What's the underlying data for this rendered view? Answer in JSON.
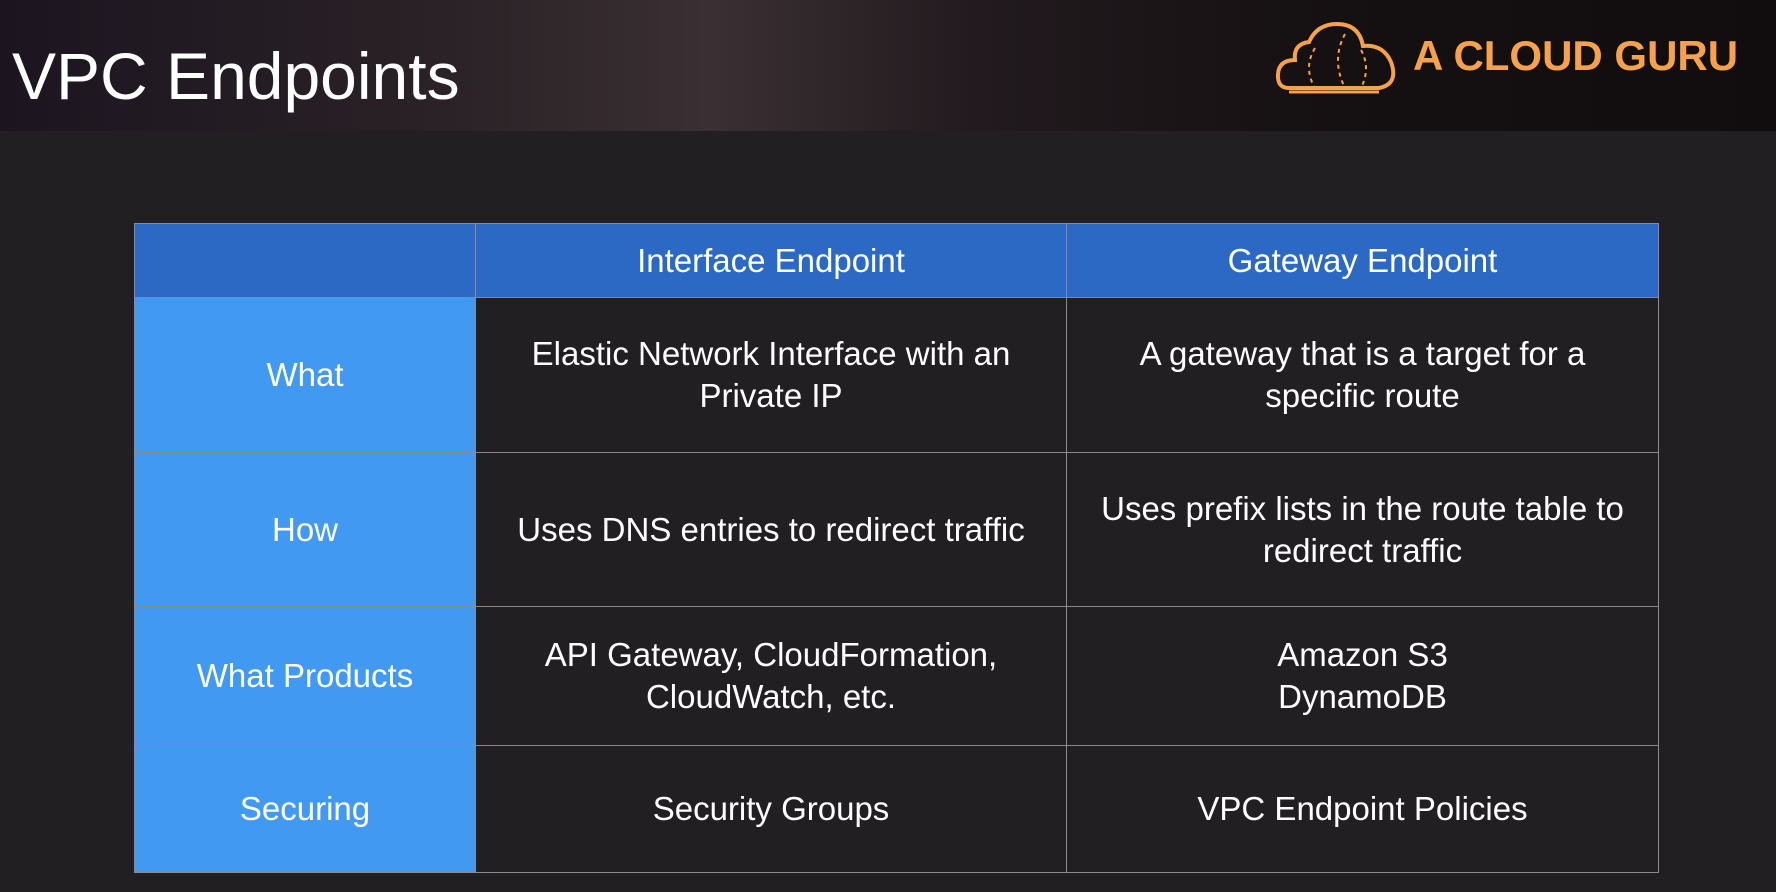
{
  "title": "VPC Endpoints",
  "logo": {
    "text": "A CLOUD GURU",
    "icon": "cloud-icon",
    "color": "#f6a24a"
  },
  "table": {
    "headers": [
      "",
      "Interface Endpoint",
      "Gateway Endpoint"
    ],
    "rows": [
      {
        "label": "What",
        "interface": [
          "Elastic Network Interface with an",
          "Private IP"
        ],
        "gateway": [
          "A gateway that is a target for a",
          "specific route"
        ]
      },
      {
        "label": "How",
        "interface": [
          "Uses DNS entries to redirect traffic"
        ],
        "gateway": [
          "Uses prefix lists in the route table to",
          "redirect traffic"
        ]
      },
      {
        "label": "What Products",
        "interface": [
          "API Gateway, CloudFormation,",
          "CloudWatch, etc."
        ],
        "gateway": [
          "Amazon S3",
          "DynamoDB"
        ]
      },
      {
        "label": "Securing",
        "interface": [
          "Security Groups"
        ],
        "gateway": [
          "VPC Endpoint Policies"
        ]
      }
    ]
  },
  "colors": {
    "header": "#2c69c4",
    "label_column": "#4299f1",
    "background": "#221f23"
  }
}
